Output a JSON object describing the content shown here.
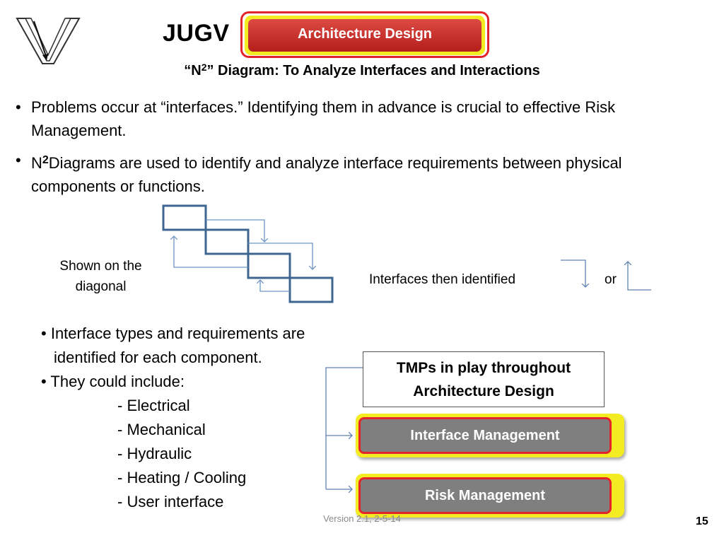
{
  "header": {
    "brand": "JUGV",
    "section_button": "Architecture Design",
    "subtitle_pre": "“N",
    "subtitle_sup": "2",
    "subtitle_post": "” Diagram: To Analyze Interfaces and Interactions"
  },
  "bullets": [
    {
      "text": "Problems occur at “interfaces.”  Identifying them in advance is crucial to effective Risk Management."
    },
    {
      "pre": "N",
      "sup": "2",
      "post": "Diagrams are used to identify and analyze interface requirements between physical components or functions."
    }
  ],
  "diagram": {
    "shown_label": "Shown on the diagonal",
    "interfaces_label": "Interfaces then identified",
    "or_label": "or",
    "accent_color": "#3e6590",
    "arrow_color": "#6d96c4"
  },
  "sub_bullets": {
    "line1": "Interface types and requirements are",
    "line2": "identified for each component.",
    "line3": "They could include:",
    "items": [
      "- Electrical",
      "- Mechanical",
      "- Hydraulic",
      "- Heating / Cooling",
      "- User interface"
    ]
  },
  "tmp": {
    "title": "TMPs in play throughout Architecture Design",
    "items": [
      "Interface Management",
      "Risk Management"
    ]
  },
  "footer": {
    "version": "Version 2.1, 2-5-14",
    "page": "15"
  },
  "colors": {
    "red": "#e3242b",
    "yellow": "#f4ec23",
    "gray_button": "#7f7f7f"
  }
}
